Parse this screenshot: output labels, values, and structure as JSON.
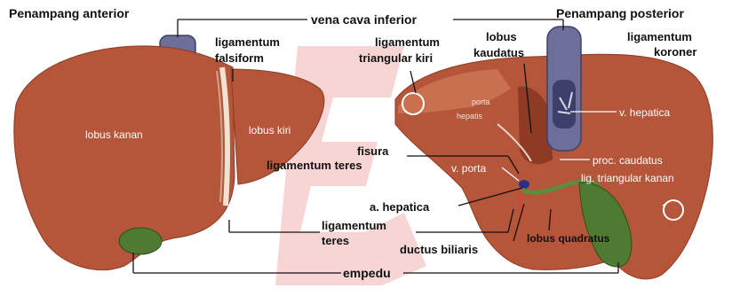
{
  "colors": {
    "liver": "#b5553a",
    "liver_dark": "#8e3a25",
    "liver_light": "#c9704f",
    "vena_cava": "#6d6f9a",
    "gallbladder": "#4f7a32",
    "watermark": "#f0b3b3"
  },
  "labels": {
    "penampang_anterior": "Penampang anterior",
    "vena_cava_inferior": "vena cava inferior",
    "penampang_posterior": "Penampang posterior",
    "ligamentum_falsiform_1": "ligamentum",
    "ligamentum_falsiform_2": "falsiform",
    "ligamentum_triangular_kiri_1": "ligamentum",
    "ligamentum_triangular_kiri_2": "triangular kiri",
    "lobus_kaudatus_1": "lobus",
    "lobus_kaudatus_2": "kaudatus",
    "ligamentum_koroner_1": "ligamentum",
    "ligamentum_koroner_2": "koroner",
    "lobus_kanan": "lobus kanan",
    "lobus_kiri": "lobus kiri",
    "porta_hepatis_1": "porta",
    "porta_hepatis_2": "hepatis",
    "v_hepatica": "v. hepatica",
    "fisura_1": "fisura",
    "fisura_2": "ligamentum teres",
    "proc_caudatus": "proc. caudatus",
    "v_porta": "v. porta",
    "lig_triangular_kanan": "lig. triangular kanan",
    "a_hepatica": "a. hepatica",
    "ligamentum_teres_1": "ligamentum",
    "ligamentum_teres_2": "teres",
    "ductus_biliaris": "ductus biliaris",
    "lobus_quadratus": "lobus quadratus",
    "empedu": "empedu"
  }
}
